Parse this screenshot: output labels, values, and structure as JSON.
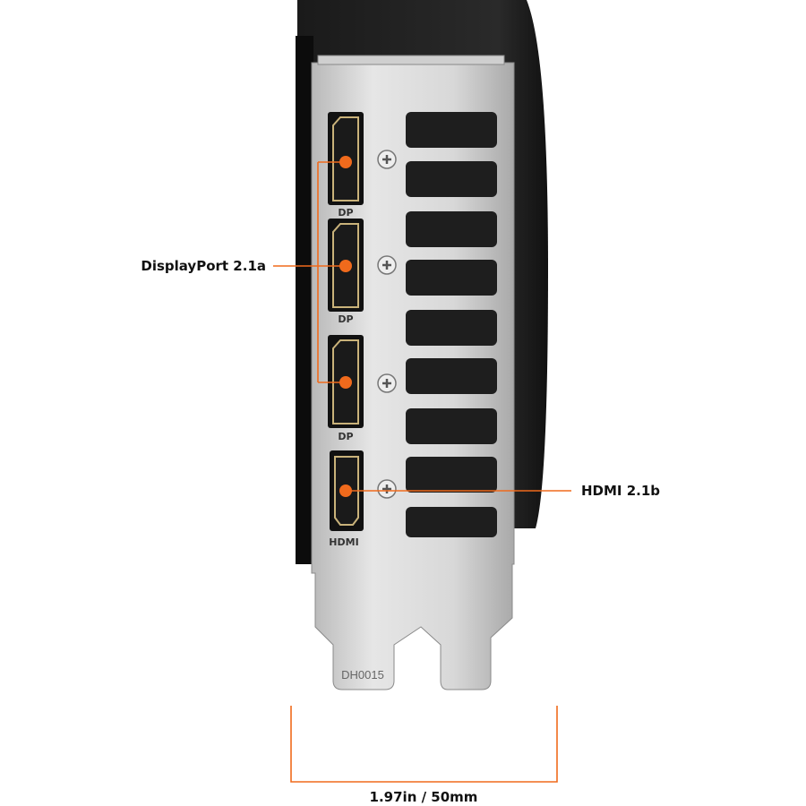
{
  "accent_color": "#f06a1c",
  "callouts": {
    "displayport": "DisplayPort 2.1a",
    "hdmi": "HDMI 2.1b"
  },
  "port_labels": {
    "dp": [
      "DP",
      "DP",
      "DP"
    ],
    "hdmi": "HDMI"
  },
  "bracket_stamp": "DH0015",
  "dimension": "1.97in / 50mm"
}
